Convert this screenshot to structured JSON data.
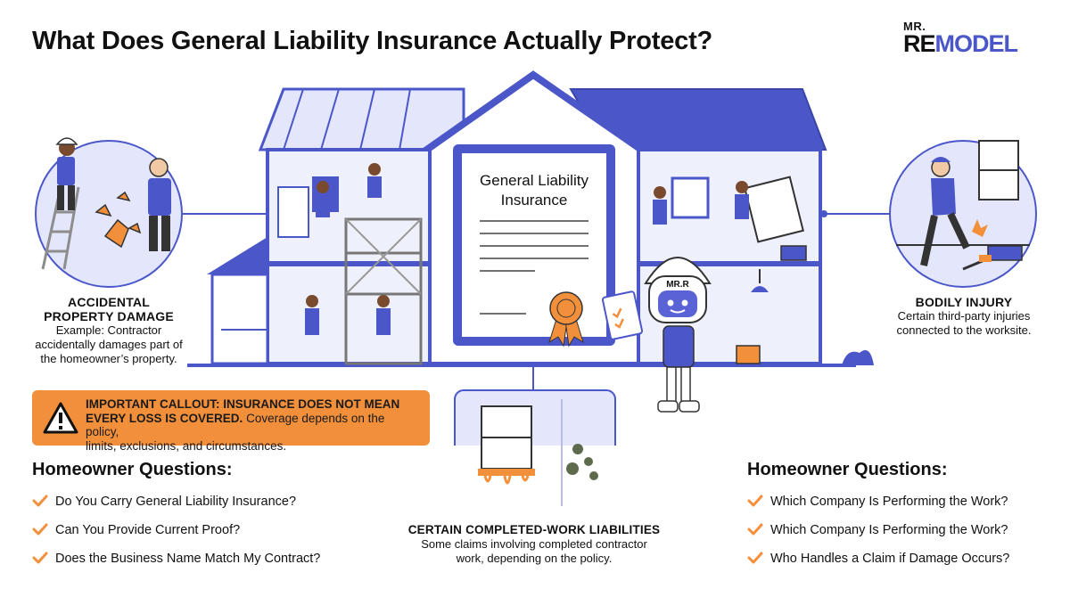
{
  "title": "What Does General Liability Insurance Actually Protect?",
  "logo": {
    "prefix": "MR.",
    "word_a": "RE",
    "word_b": "MODEL"
  },
  "document": {
    "title_line1": "General Liability",
    "title_line2": "Insurance"
  },
  "robot": {
    "helmet_text": "MR.R"
  },
  "property_damage": {
    "heading_line1": "ACCIDENTAL",
    "heading_line2": "PROPERTY DAMAGE",
    "desc_line1": "Example: Contractor",
    "desc_line2": "accidentally damages part of",
    "desc_line3": "the homeowner’s property."
  },
  "bodily_injury": {
    "heading": "BODILY INJURY",
    "desc_line1": "Certain third-party injuries",
    "desc_line2": "connected to the worksite."
  },
  "callout": {
    "strong_line1": "IMPORTANT CALLOUT: INSURANCE DOES NOT MEAN",
    "strong_line2": "EVERY LOSS IS COVERED.",
    "rest_line2": " Coverage depends on the policy,",
    "line3": "limits, exclusions, and circumstances."
  },
  "completed_work": {
    "heading": "CERTAIN COMPLETED-WORK LIABILITIES",
    "desc_line1": "Some claims involving completed contractor",
    "desc_line2": "work, depending on the policy."
  },
  "left_questions": {
    "heading": "Homeowner Questions:",
    "items": [
      "Do You Carry General Liability Insurance?",
      "Can You Provide Current Proof?",
      "Does the Business Name Match My Contract?"
    ]
  },
  "right_questions": {
    "heading": "Homeowner Questions:",
    "items": [
      "Which Company Is Performing the Work?",
      "Which Company Is Performing the Work?",
      "Who Handles a Claim if Damage Occurs?"
    ]
  },
  "colors": {
    "accent_blue": "#4b57c9",
    "light_blue": "#e4e7fb",
    "orange": "#f28f3b"
  }
}
